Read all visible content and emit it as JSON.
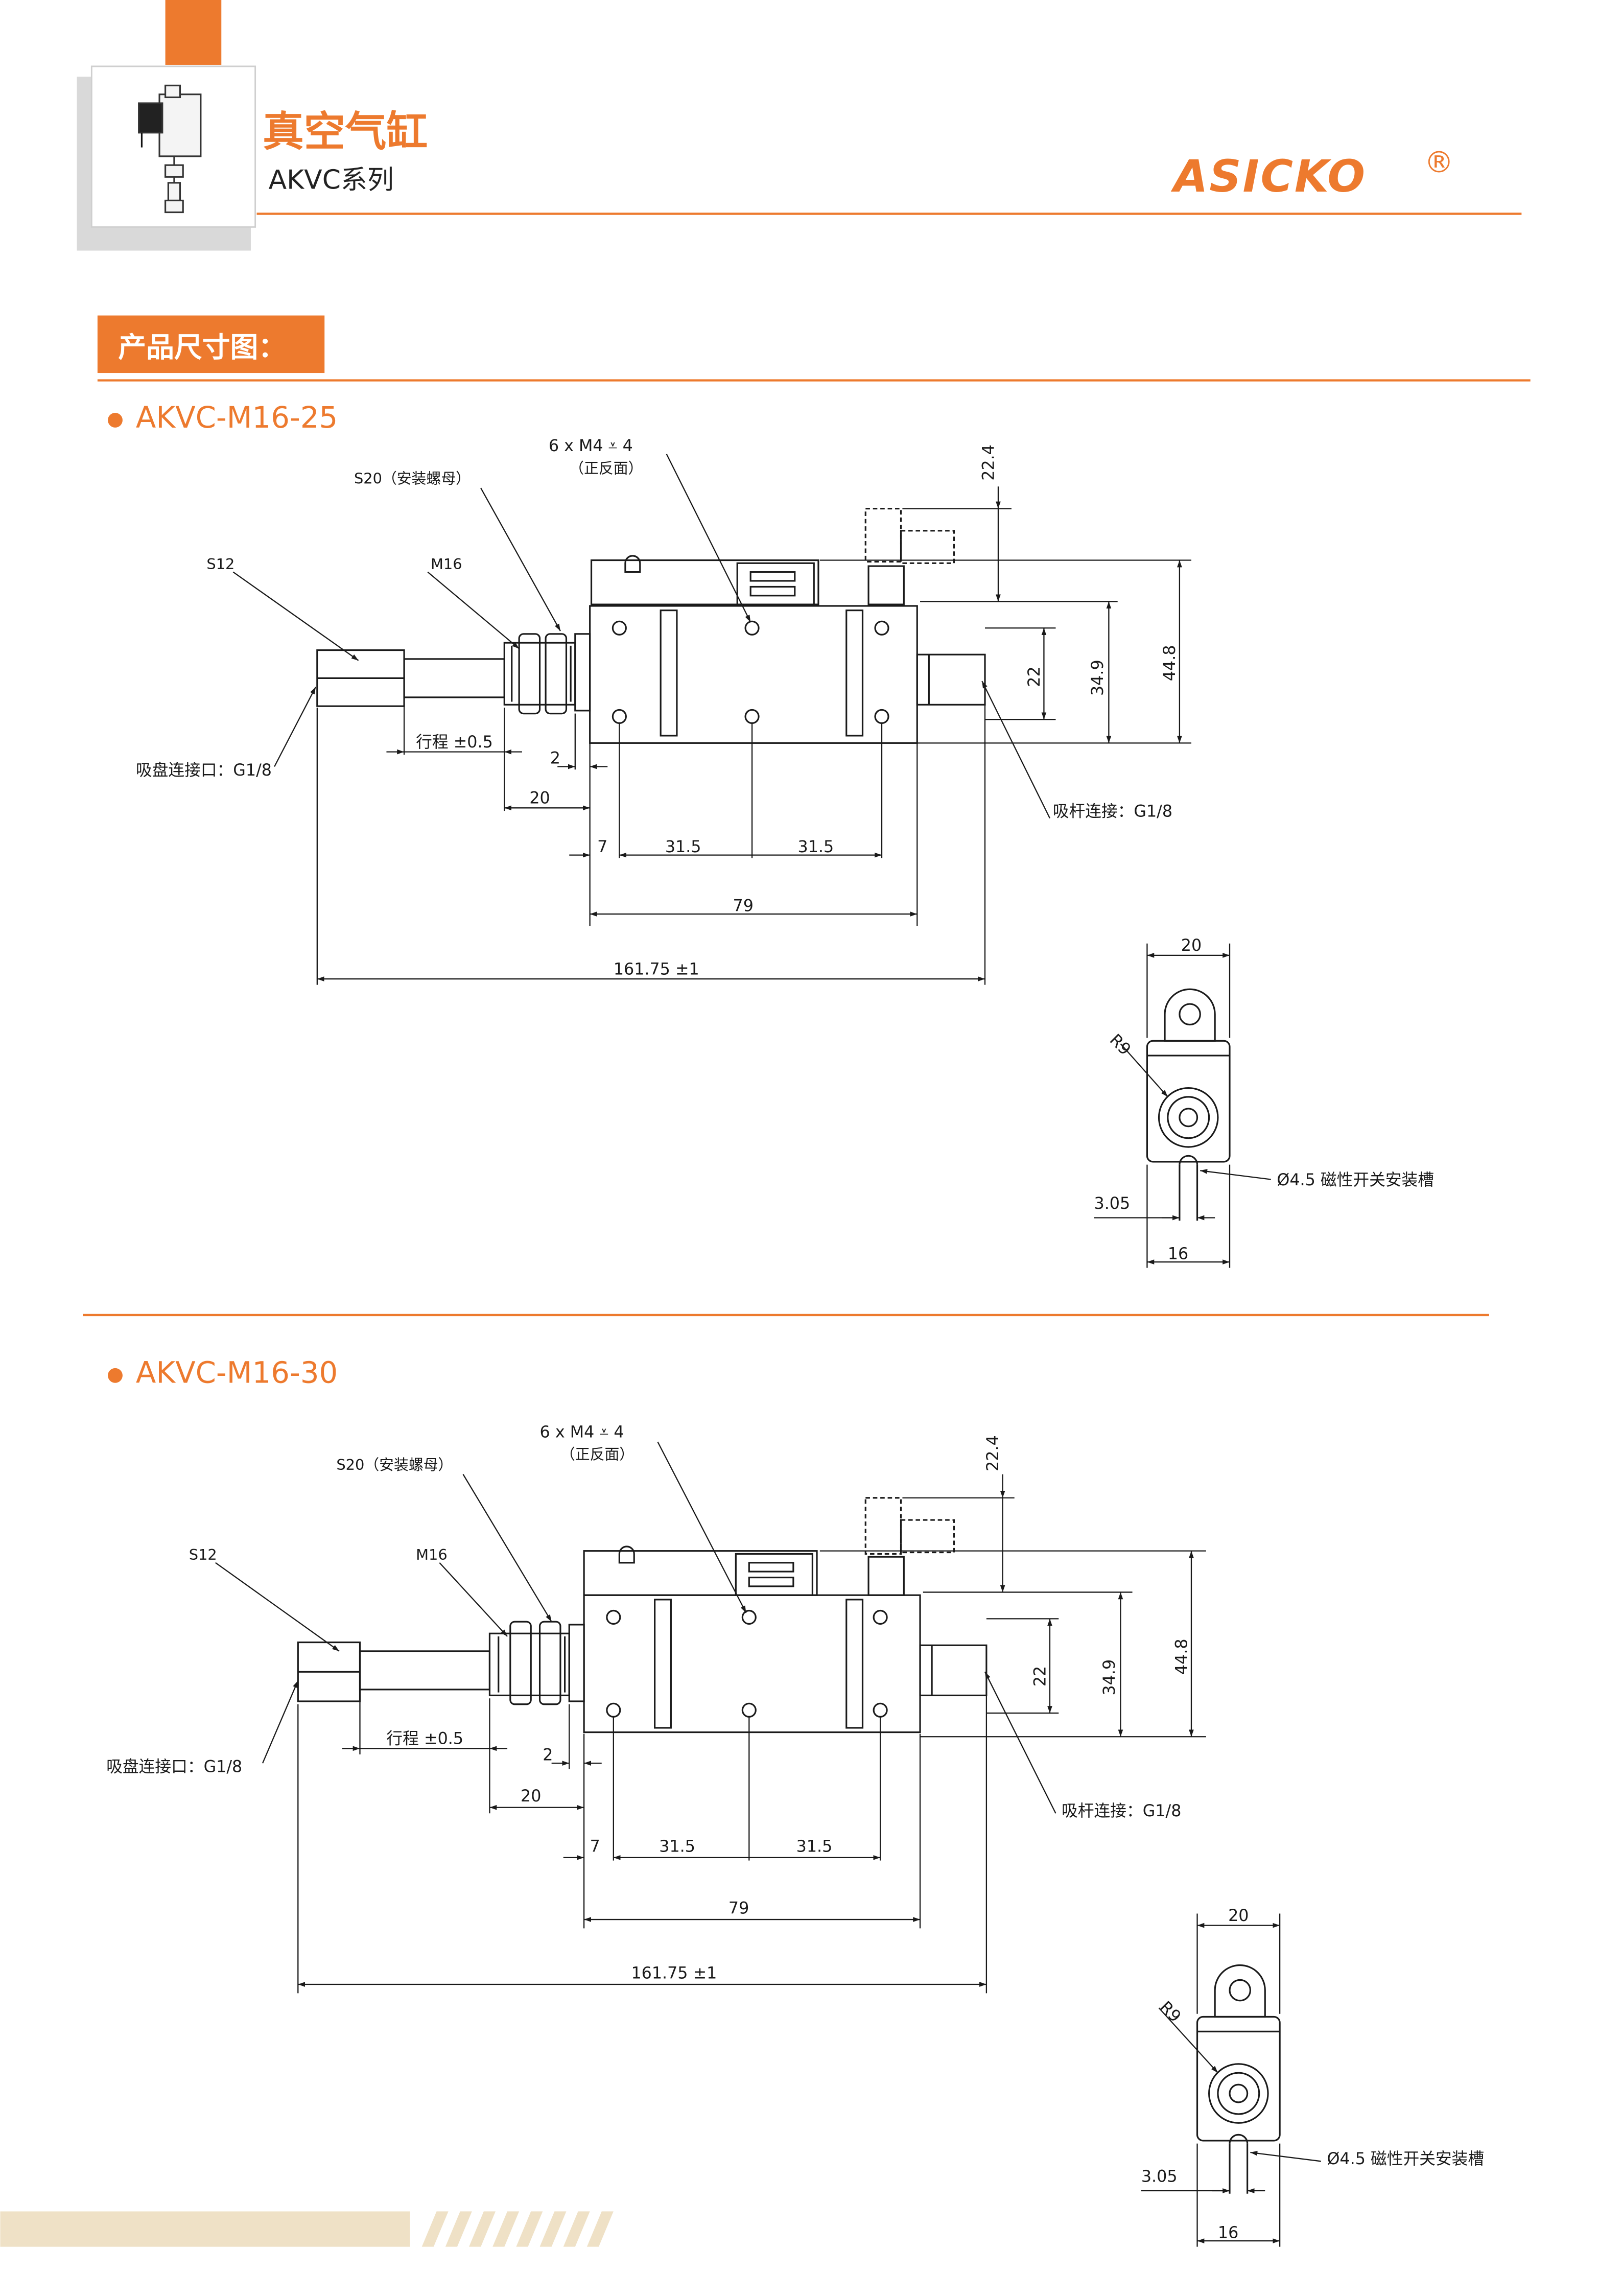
{
  "header": {
    "title": "真空气缸",
    "subtitle": "AKVC系列",
    "logo_text": "ASICKO",
    "logo_mark": "®"
  },
  "section_heading": "产品尺寸图：",
  "colors": {
    "accent": "#ED7A2E",
    "line": "#1a1a1a",
    "bottom_band": "#EFE1C6"
  },
  "models": [
    {
      "name": "AKVC-M16-25",
      "labels": {
        "holes": "6 x M4 ⩡ 4",
        "holes_note": "（正反面）",
        "nut": "S20（安装螺母）",
        "s12": "S12",
        "m16": "M16",
        "suction_port": "吸盘连接口：G1/8",
        "rod_port": "吸杆连接：G1/8",
        "stroke": "行程 ±0.5",
        "d2": "2",
        "d20": "20",
        "d7": "7",
        "d31a": "31.5",
        "d31b": "31.5",
        "d79": "79",
        "d161": "161.75 ±1",
        "d22_4": "22.4",
        "d22": "22",
        "d34_9": "34.9",
        "d44_8": "44.8"
      },
      "side_view": {
        "w20": "20",
        "r9": "R9",
        "slot": "Ø4.5 磁性开关安装槽",
        "d305": "3.05",
        "d16": "16"
      }
    },
    {
      "name": "AKVC-M16-30",
      "labels": {
        "holes": "6 x M4 ⩡ 4",
        "holes_note": "（正反面）",
        "nut": "S20（安装螺母）",
        "s12": "S12",
        "m16": "M16",
        "suction_port": "吸盘连接口：G1/8",
        "rod_port": "吸杆连接：G1/8",
        "stroke": "行程 ±0.5",
        "d2": "2",
        "d20": "20",
        "d7": "7",
        "d31a": "31.5",
        "d31b": "31.5",
        "d79": "79",
        "d161": "161.75 ±1",
        "d22_4": "22.4",
        "d22": "22",
        "d34_9": "34.9",
        "d44_8": "44.8"
      },
      "side_view": {
        "w20": "20",
        "r9": "R9",
        "slot": "Ø4.5 磁性开关安装槽",
        "d305": "3.05",
        "d16": "16"
      }
    }
  ]
}
